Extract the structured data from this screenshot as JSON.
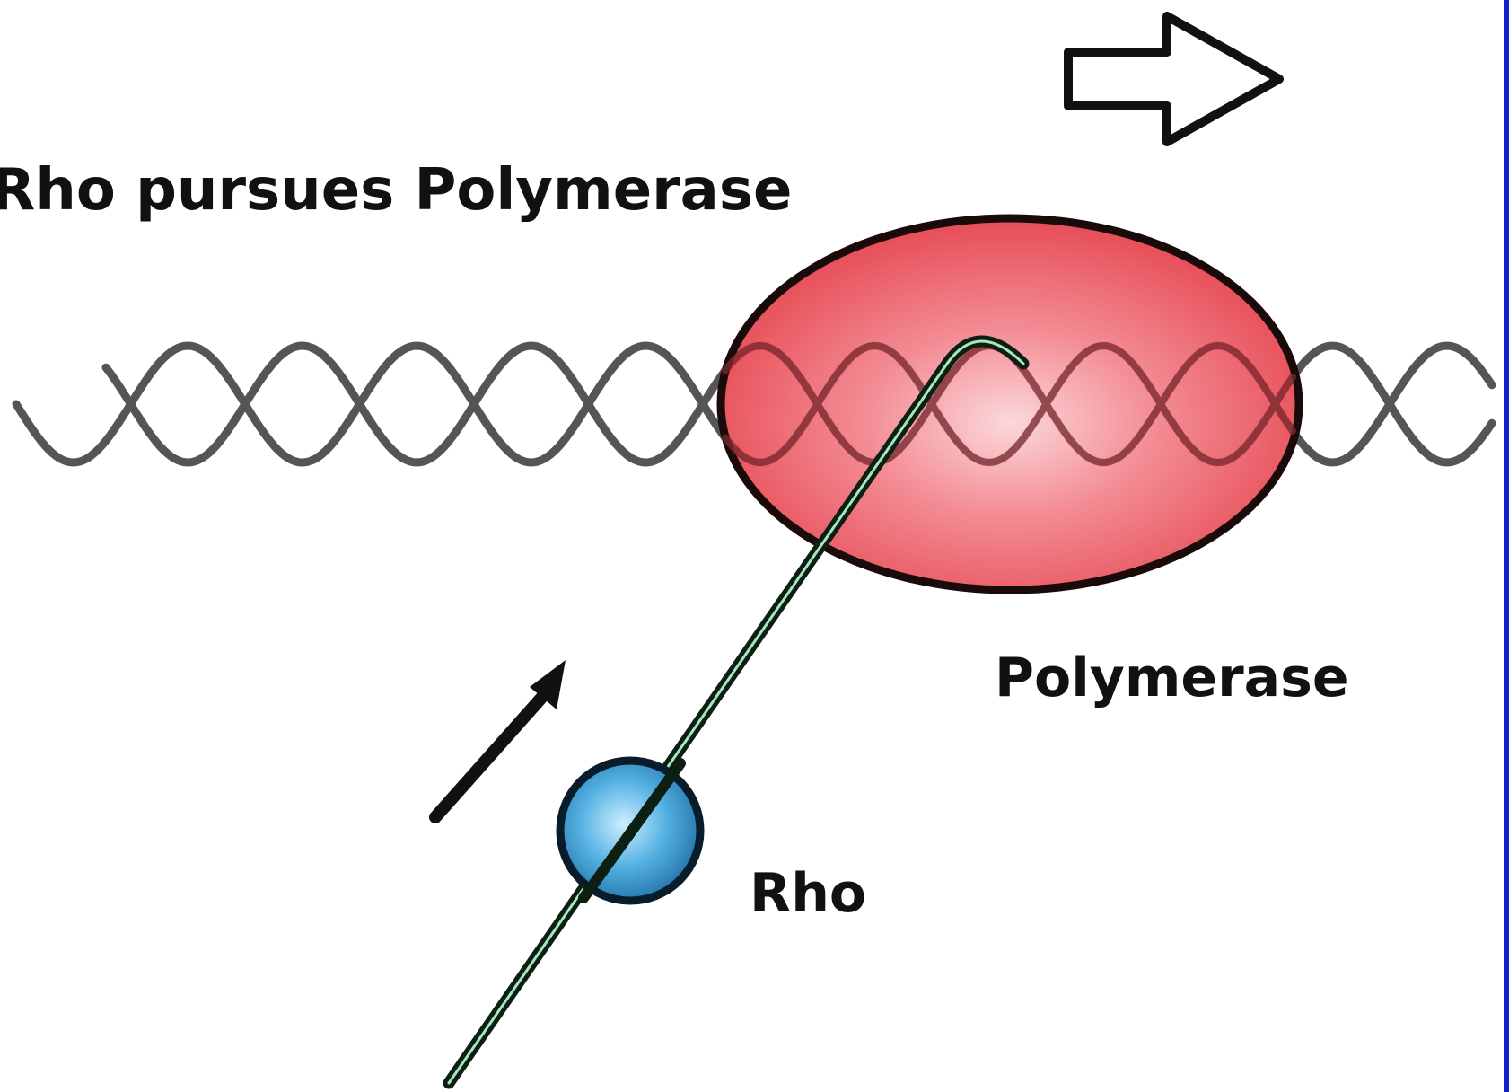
{
  "labels": {
    "title": "Rho pursues Polymerase",
    "polymerase": "Polymerase",
    "rho": "Rho"
  },
  "icons": {
    "direction_arrow": "hollow-right-arrow-icon",
    "movement_arrow": "diagonal-up-arrow-icon"
  },
  "colors": {
    "background": "#ffffff",
    "dna_strand": "#555555",
    "polymerase_fill": "#e8424d",
    "polymerase_highlight": "#fbd3d6",
    "polymerase_outline": "#1a0a0a",
    "rna_outline": "#0d1f12",
    "rna_fill": "#a7e6bf",
    "rho_fill": "#2b8fcc",
    "rho_highlight": "#cfeeff",
    "rho_outline": "#081c2c",
    "arrow": "#111111",
    "frame_border": "#1020d0"
  }
}
